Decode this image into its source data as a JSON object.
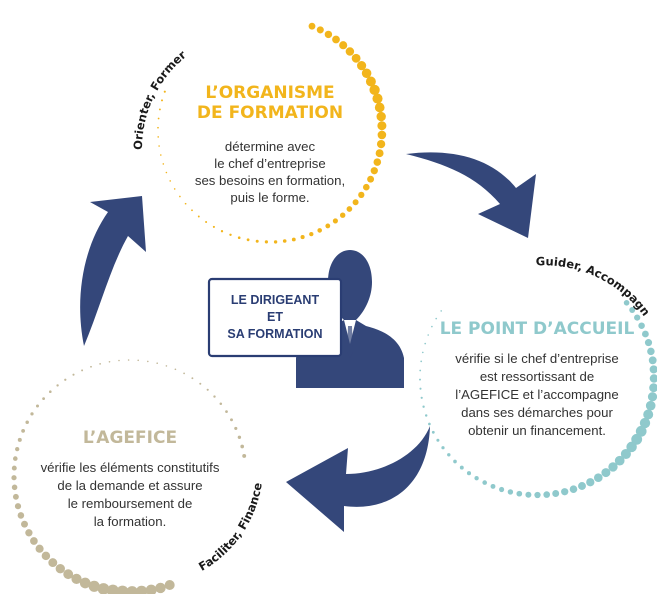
{
  "colors": {
    "organisme": "#f2b51c",
    "point_accueil": "#8fc9cc",
    "agefice": "#c2b89a",
    "arrow": "#34477a",
    "center_text": "#2a3d73",
    "body_text": "#333333"
  },
  "icons": {
    "arrows": "curved-arrow-icon",
    "person": "business-person-icon"
  },
  "organisme": {
    "title_line1": "L’ORGANISME",
    "title_line2": "DE FORMATION",
    "desc": [
      "détermine avec",
      "le chef d’entreprise",
      "ses besoins en formation,",
      "puis le forme."
    ],
    "action": "Orienter, Former"
  },
  "point_accueil": {
    "title": "LE POINT D’ACCUEIL",
    "desc": [
      "vérifie si le chef d’entreprise",
      "est ressortissant de",
      "l’AGEFICE et l’accompagne",
      "dans ses démarches pour",
      "obtenir un financement."
    ],
    "action": "Guider, Accompagner"
  },
  "agefice": {
    "title": "L’AGEFICE",
    "desc": [
      "vérifie les éléments constitutifs",
      "de la demande et assure",
      "le remboursement de",
      "la formation."
    ],
    "action": "Faciliter, Financer"
  },
  "center": {
    "lines": [
      "LE DIRIGEANT",
      "ET",
      "SA FORMATION"
    ]
  }
}
